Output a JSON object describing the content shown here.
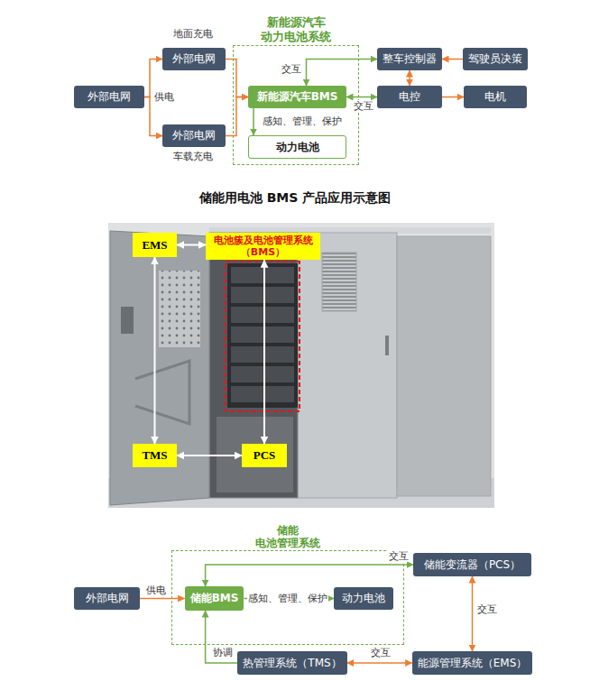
{
  "diagram": {
    "title": "储能用电池 BMS 产品应用示意图",
    "nodes": [
      {
        "text": [
          "外部电网"
        ]
      },
      {
        "text": [
          "外部电网"
        ]
      },
      {
        "text": [
          "外部电网"
        ]
      },
      {
        "text": [
          "新能源汽车 动力电池系统"
        ]
      },
      {
        "text": [
          "新能源汽车BMS"
        ],
        "in": 3
      },
      {
        "text": [
          "动力电池"
        ],
        "in": 3
      },
      {
        "text": [
          "整车控制器"
        ]
      },
      {
        "text": [
          "驾驶员决策"
        ]
      },
      {
        "text": [
          "电控"
        ]
      },
      {
        "text": [
          "电机"
        ]
      },
      {
        "text": [
          "EMS"
        ]
      },
      {
        "text": [
          "电池簇及电池管理系统 （BMS）"
        ]
      },
      {
        "text": [
          "TMS"
        ]
      },
      {
        "text": [
          "PCS"
        ]
      },
      {
        "text": [
          "外部电网"
        ]
      },
      {
        "text": [
          "储能 电池管理系统"
        ]
      },
      {
        "text": [
          "储能BMS"
        ],
        "in": 15
      },
      {
        "text": [
          "动力电池"
        ],
        "in": 15
      },
      {
        "text": [
          "储能变流器（PCS）"
        ]
      },
      {
        "text": [
          "热管理系统（TMS）"
        ]
      },
      {
        "text": [
          "能源管理系统（EMS）"
        ]
      }
    ],
    "edges": [
      {
        "from": 0,
        "to": 1,
        "arrow": "to",
        "label": "供电"
      },
      {
        "from": 0,
        "to": 2,
        "arrow": "to"
      },
      {
        "from": 1,
        "to": 4,
        "arrow": "to"
      },
      {
        "from": 2,
        "to": 4,
        "arrow": "to"
      },
      {
        "from": 4,
        "to": 6,
        "arrow": "both",
        "label": "交互"
      },
      {
        "from": 4,
        "to": 8,
        "arrow": "both",
        "label": "交互"
      },
      {
        "from": 7,
        "to": 6,
        "arrow": "to"
      },
      {
        "from": 6,
        "to": 8,
        "arrow": "both"
      },
      {
        "from": 8,
        "to": 9,
        "arrow": "to"
      },
      {
        "from": 4,
        "to": 5,
        "arrow": "to",
        "label": "感知、管理、保护"
      },
      {
        "from": 10,
        "to": 11,
        "arrow": "both"
      },
      {
        "from": 10,
        "to": 12,
        "arrow": "both"
      },
      {
        "from": 11,
        "to": 13,
        "arrow": "both"
      },
      {
        "from": 12,
        "to": 13,
        "arrow": "both"
      },
      {
        "from": 14,
        "to": 16,
        "arrow": "to",
        "label": "供电"
      },
      {
        "from": 16,
        "to": 17,
        "arrow": "to",
        "label": "感知、管理、保护"
      },
      {
        "from": 16,
        "to": 18,
        "arrow": "both",
        "label": "交互"
      },
      {
        "from": 18,
        "to": 20,
        "arrow": "both",
        "label": "交互"
      },
      {
        "from": 20,
        "to": 19,
        "arrow": "both",
        "label": "交互"
      },
      {
        "from": 19,
        "to": 16,
        "arrow": "to",
        "label": "协调"
      }
    ],
    "labels": [
      "地面充电",
      "车载充电"
    ]
  }
}
